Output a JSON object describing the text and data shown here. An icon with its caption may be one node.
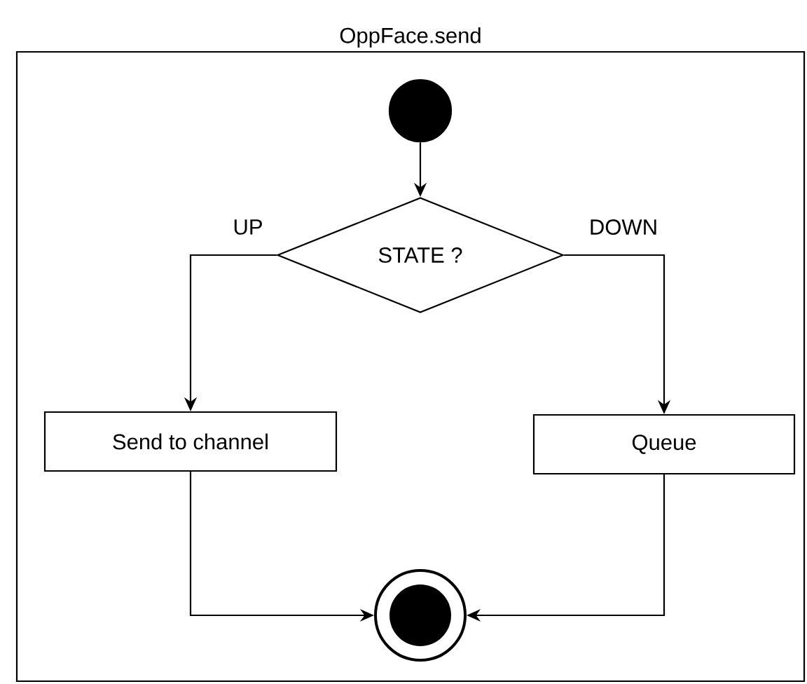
{
  "diagram": {
    "nodes": [
      {
        "text": [
          "OppFace.send"
        ]
      },
      {
        "text": [],
        "shape": "circle",
        "in": 0
      },
      {
        "text": [
          "STATE ?"
        ],
        "in": 0
      },
      {
        "text": [
          "Send to channel"
        ],
        "in": 0
      },
      {
        "text": [
          "Queue"
        ],
        "in": 0
      },
      {
        "text": [],
        "shape": "circle",
        "in": 0
      }
    ],
    "edges": [
      {
        "from": 1,
        "to": 2,
        "arrow": "to"
      },
      {
        "from": 2,
        "to": 3,
        "label": "UP",
        "arrow": "to"
      },
      {
        "from": 2,
        "to": 4,
        "label": "DOWN",
        "arrow": "to"
      },
      {
        "from": 3,
        "to": 5,
        "arrow": "to"
      },
      {
        "from": 4,
        "to": 5,
        "arrow": "to"
      }
    ]
  }
}
